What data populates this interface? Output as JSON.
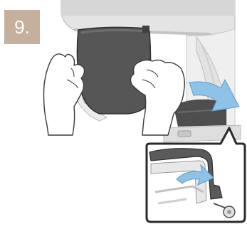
{
  "step": {
    "label": "9."
  },
  "colors": {
    "step_badge": "#c4b09d",
    "appliance_body": "#e6e6e6",
    "appliance_shadow": "#c8c8c8",
    "filter_panel": "#555555",
    "arrow": "#7fb8e0",
    "outline": "#3a3a3a",
    "background": "#ffffff"
  },
  "illustration": {
    "main_scene": "hands-removing-filter-panel",
    "detail_inset": "filter-panel-clip-closeup"
  }
}
